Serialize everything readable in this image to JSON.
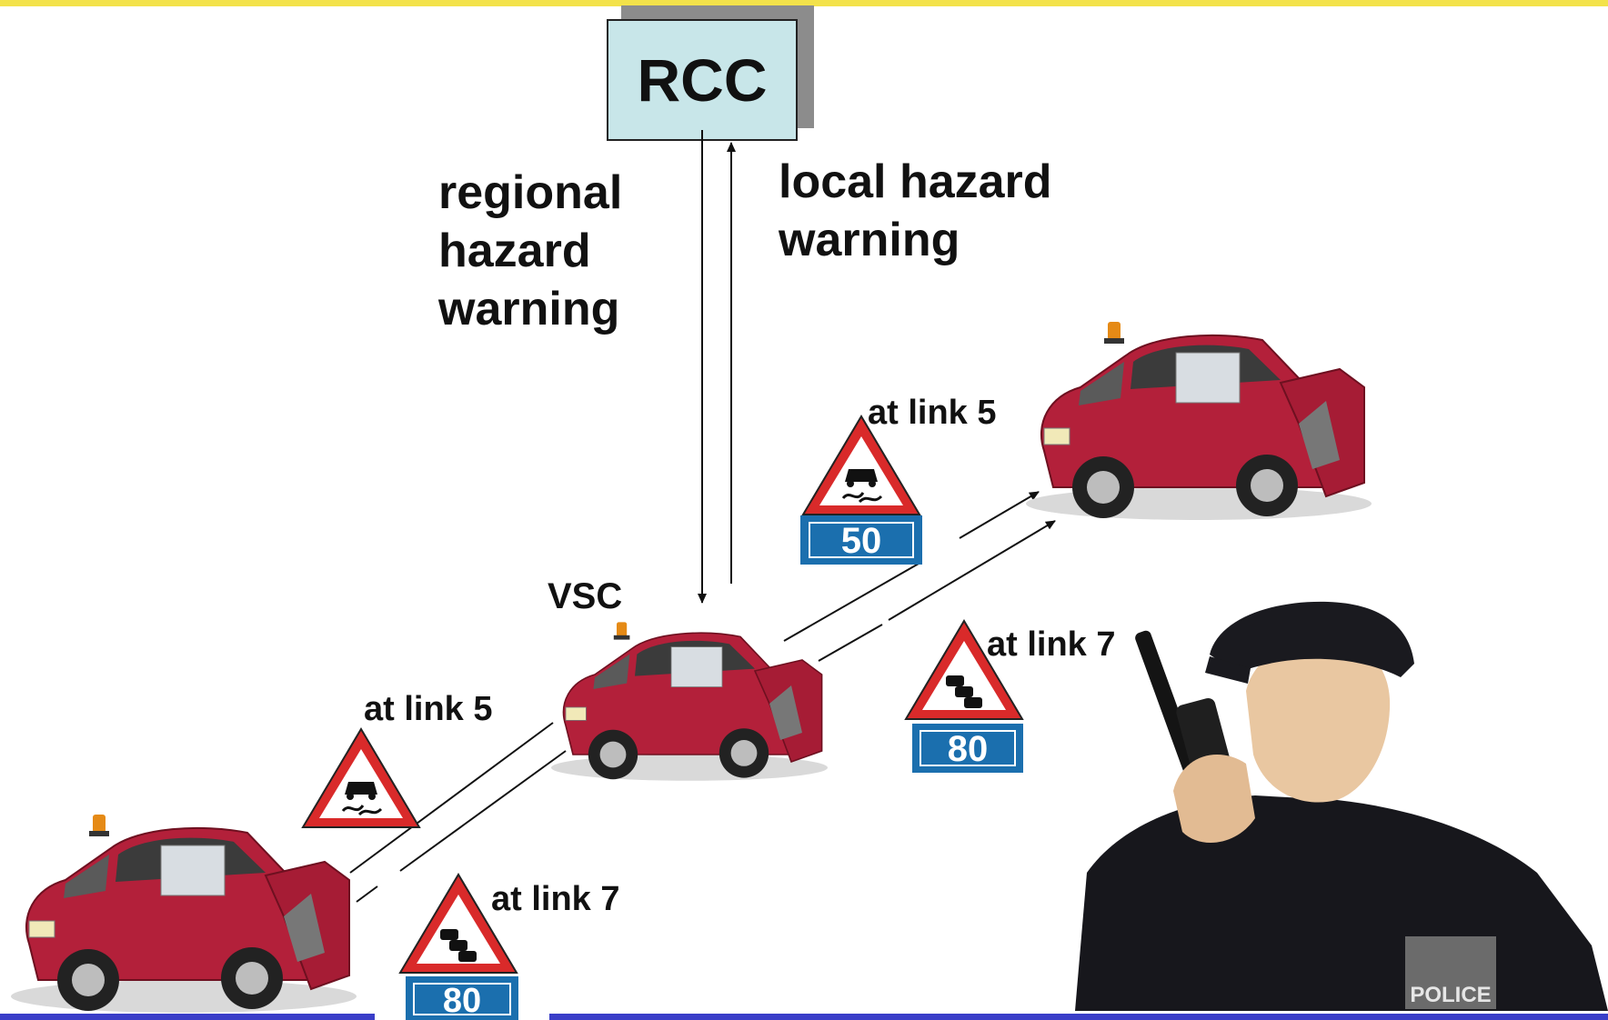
{
  "colors": {
    "top_bar": "#f3e24a",
    "bottom_bar": "#3a3ec8",
    "rcc_fill": "#c8e6e9",
    "car_body": "#b3203a",
    "sign_red": "#d92a2a",
    "sign_blue": "#1b6fae"
  },
  "rcc": {
    "label": "RCC"
  },
  "vsc": {
    "label": "VSC"
  },
  "messages": {
    "regional": [
      "regional",
      "hazard",
      "warning"
    ],
    "local": [
      "local hazard",
      "warning"
    ]
  },
  "annotations": {
    "left_link5": "at link 5",
    "left_link7": "at link 7",
    "right_link5": "at link 5",
    "right_link7": "at link 7"
  },
  "signs": {
    "speed_50": "50",
    "speed_80_left": "80",
    "speed_80_right": "80"
  },
  "icons": {
    "car": "car-icon",
    "slippery": "slippery-road-icon",
    "queue": "traffic-queue-icon",
    "officer": "police-officer-icon"
  },
  "officer": {
    "badge": "POLICE"
  }
}
